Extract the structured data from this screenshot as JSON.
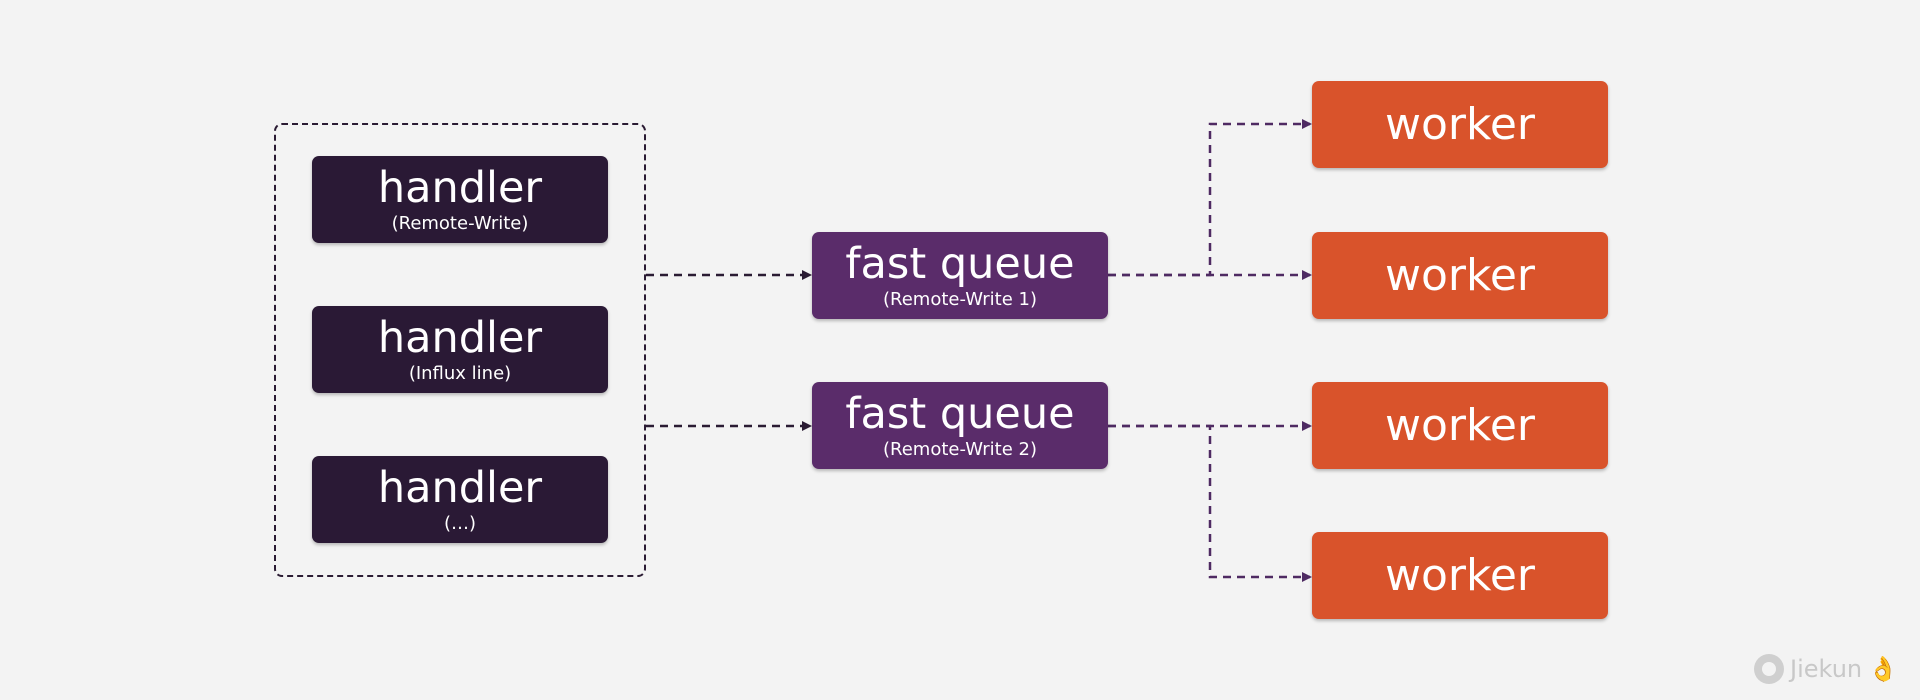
{
  "colors": {
    "background": "#f3f3f3",
    "handler": "#2a1935",
    "queue": "#5a2c6a",
    "worker": "#d9532b",
    "handler_arrow": "#2a1b33",
    "queue_arrow": "#4e2a62"
  },
  "handlers": [
    {
      "title": "handler",
      "subtitle": "(Remote-Write)"
    },
    {
      "title": "handler",
      "subtitle": "(Influx line)"
    },
    {
      "title": "handler",
      "subtitle": "(…)"
    }
  ],
  "queues": [
    {
      "title": "fast queue",
      "subtitle": "(Remote-Write 1)"
    },
    {
      "title": "fast queue",
      "subtitle": "(Remote-Write 2)"
    }
  ],
  "workers": [
    {
      "title": "worker"
    },
    {
      "title": "worker"
    },
    {
      "title": "worker"
    },
    {
      "title": "worker"
    }
  ],
  "edges": [
    {
      "from": "handler-group",
      "to": "queue-1"
    },
    {
      "from": "handler-group",
      "to": "queue-2"
    },
    {
      "from": "queue-1",
      "to": "worker-1"
    },
    {
      "from": "queue-1",
      "to": "worker-2"
    },
    {
      "from": "queue-2",
      "to": "worker-3"
    },
    {
      "from": "queue-2",
      "to": "worker-4"
    }
  ],
  "watermark": {
    "text": "Jiekun",
    "icon": "github-icon",
    "emoji": "👌"
  }
}
